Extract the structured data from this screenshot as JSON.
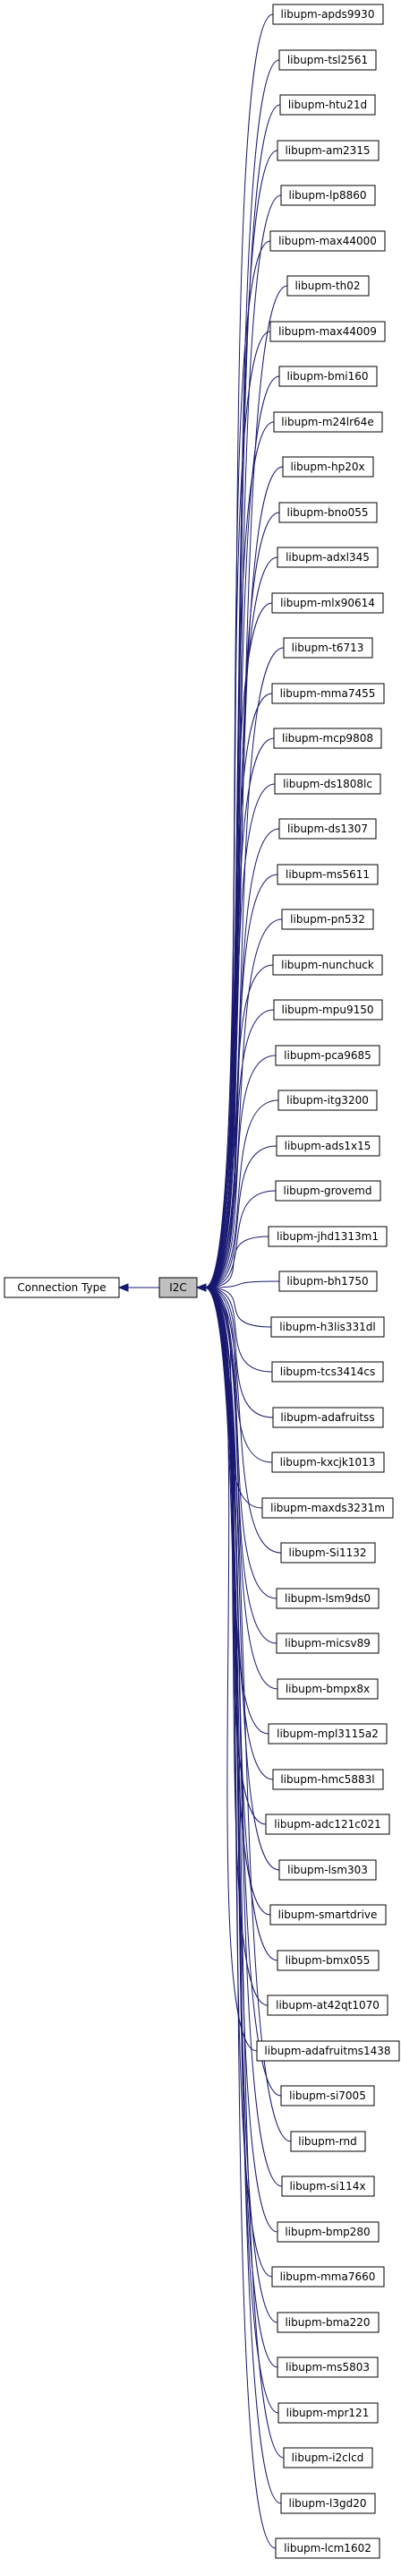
{
  "diagram": {
    "parent": {
      "label": "Connection Type"
    },
    "current": {
      "label": "I2C"
    },
    "children": [
      "libupm-apds9930",
      "libupm-tsl2561",
      "libupm-htu21d",
      "libupm-am2315",
      "libupm-lp8860",
      "libupm-max44000",
      "libupm-th02",
      "libupm-max44009",
      "libupm-bmi160",
      "libupm-m24lr64e",
      "libupm-hp20x",
      "libupm-bno055",
      "libupm-adxl345",
      "libupm-mlx90614",
      "libupm-t6713",
      "libupm-mma7455",
      "libupm-mcp9808",
      "libupm-ds1808lc",
      "libupm-ds1307",
      "libupm-ms5611",
      "libupm-pn532",
      "libupm-nunchuck",
      "libupm-mpu9150",
      "libupm-pca9685",
      "libupm-itg3200",
      "libupm-ads1x15",
      "libupm-grovemd",
      "libupm-jhd1313m1",
      "libupm-bh1750",
      "libupm-h3lis331dl",
      "libupm-tcs3414cs",
      "libupm-adafruitss",
      "libupm-kxcjk1013",
      "libupm-maxds3231m",
      "libupm-Si1132",
      "libupm-lsm9ds0",
      "libupm-micsv89",
      "libupm-bmpx8x",
      "libupm-mpl3115a2",
      "libupm-hmc5883l",
      "libupm-adc121c021",
      "libupm-lsm303",
      "libupm-smartdrive",
      "libupm-bmx055",
      "libupm-at42qt1070",
      "libupm-adafruitms1438",
      "libupm-si7005",
      "libupm-rnd",
      "libupm-si114x",
      "libupm-bmp280",
      "libupm-mma7660",
      "libupm-bma220",
      "libupm-ms5803",
      "libupm-mpr121",
      "libupm-i2clcd",
      "libupm-l3gd20",
      "libupm-lcm1602"
    ]
  },
  "colors": {
    "edge": "#191970",
    "current_fill": "#bfbfbf",
    "node_fill": "#ffffff",
    "border": "#000000"
  }
}
